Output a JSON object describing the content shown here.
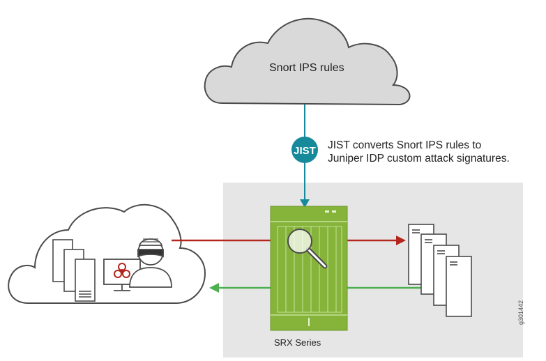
{
  "cloud": {
    "label": "Snort IPS rules"
  },
  "jist": {
    "badge_text": "JIST",
    "note_line1": "JIST converts Snort IPS rules to",
    "note_line2": "Juniper IDP custom attack signatures."
  },
  "device": {
    "label": "SRX Series"
  },
  "figure_id": "g301442",
  "colors": {
    "cloud_fill": "#d9d9d9",
    "cloud_stroke": "#4a4a4a",
    "panel_fill": "#e6e6e6",
    "jist_teal": "#16899a",
    "srx_green": "#86b43a",
    "attack_red": "#b3261e",
    "return_green": "#4caf50"
  }
}
